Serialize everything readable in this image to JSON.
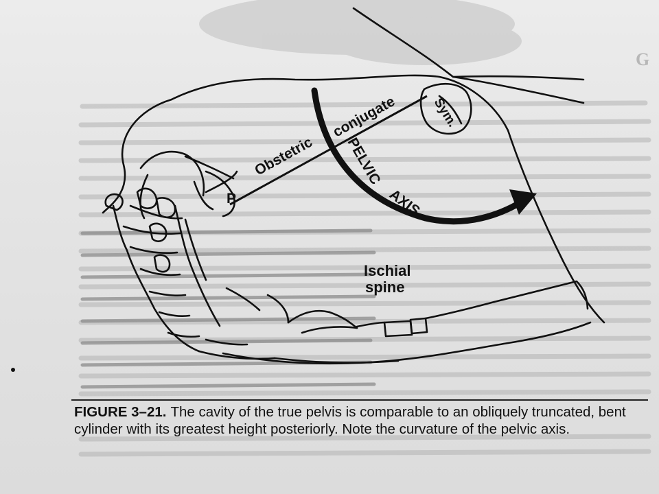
{
  "figure": {
    "labels": {
      "symphysis": "Sym.",
      "conjugate": "conjugate",
      "obstetric": "Obstetric",
      "promontory": "P",
      "pelvic_axis_word1": "PELVIC",
      "pelvic_axis_word2": "AXIS",
      "ischial_line1": "Ischial",
      "ischial_line2": "spine"
    }
  },
  "caption": {
    "label": "FIGURE 3–21.",
    "text": "The cavity of the true pelvis is comparable to an obliquely truncated, bent cylinder with its greatest height posteriorly. Note the curvature of the pelvic axis."
  },
  "colors": {
    "ink": "#111111",
    "paper": "#e6e6e6",
    "bleed": "#9a9a9a"
  }
}
